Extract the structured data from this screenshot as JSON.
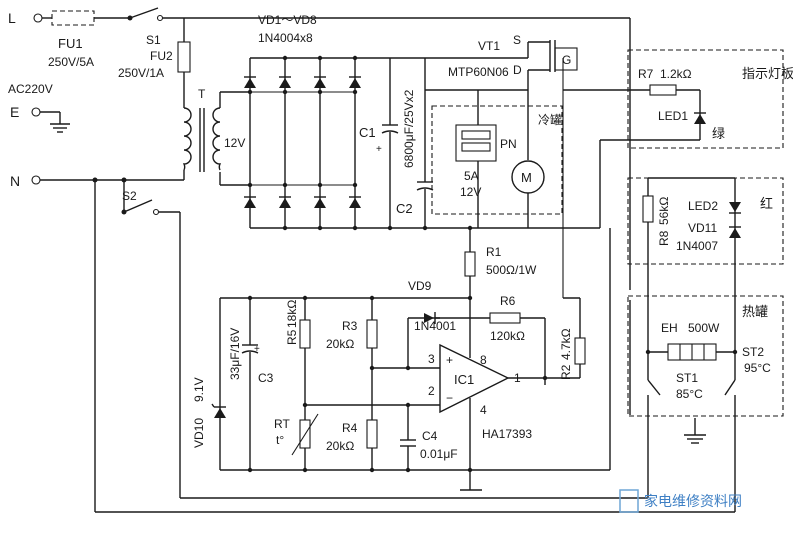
{
  "title": "",
  "labels": {
    "L": "L",
    "N": "N",
    "E": "E",
    "fu1": "FU1",
    "fu1_rating": "250V/5A",
    "ac": "AC220V",
    "s1": "S1",
    "s2": "S2",
    "fu2": "FU2",
    "fu2_rating": "250V/1A",
    "t": "T",
    "t_v": "12V",
    "vd_range": "VD1～VD8",
    "vd_part": "1N4004x8",
    "c1": "C1",
    "c1_val": "6800μF/25Vx2",
    "c2": "C2",
    "vt1": "VT1",
    "vt1_part": "MTP60N06",
    "s": "S",
    "d": "D",
    "g": "G",
    "pn": "PN",
    "fan_spec1": "5A",
    "fan_spec2": "12V",
    "motor": "M",
    "cold_tank": "冷罐",
    "r7": "R7",
    "r7_val": "1.2kΩ",
    "led1": "LED1",
    "green": "绿",
    "indicator_board": "指示灯板",
    "r8": "R8",
    "r8_val": "56kΩ",
    "led2": "LED2",
    "red": "红",
    "vd11": "VD11",
    "vd11_part": "1N4007",
    "r1": "R1",
    "r1_val": "500Ω/1W",
    "vd9": "VD9",
    "vd9_part": "1N4001",
    "r6": "R6",
    "r6_val": "120kΩ",
    "r5": "R5",
    "r5_val": "18kΩ",
    "r3": "R3",
    "r3_val": "20kΩ",
    "r4": "R4",
    "r4_val": "20kΩ",
    "r2": "R2",
    "r2_val": "4.7kΩ",
    "c3": "C3",
    "c3_val": "33μF/16V",
    "c4": "C4",
    "c4_val": "0.01μF",
    "rt": "RT",
    "rt_t": "t°",
    "vd10": "VD10",
    "vd10_val": "9.1V",
    "ic1": "IC1",
    "ic_part": "HA17393",
    "pin3": "3",
    "pin2": "2",
    "pin8": "8",
    "pin4": "4",
    "pin1": "1",
    "plus": "+",
    "minus": "−",
    "hot_tank": "热罐",
    "eh": "EH",
    "eh_val": "500W",
    "st1": "ST1",
    "st1_val": "85°C",
    "st2": "ST2",
    "st2_val": "95°C",
    "c3_plus": "+",
    "c1_plus": "+"
  },
  "watermark": {
    "text": "家电维修资料网",
    "url": ""
  }
}
